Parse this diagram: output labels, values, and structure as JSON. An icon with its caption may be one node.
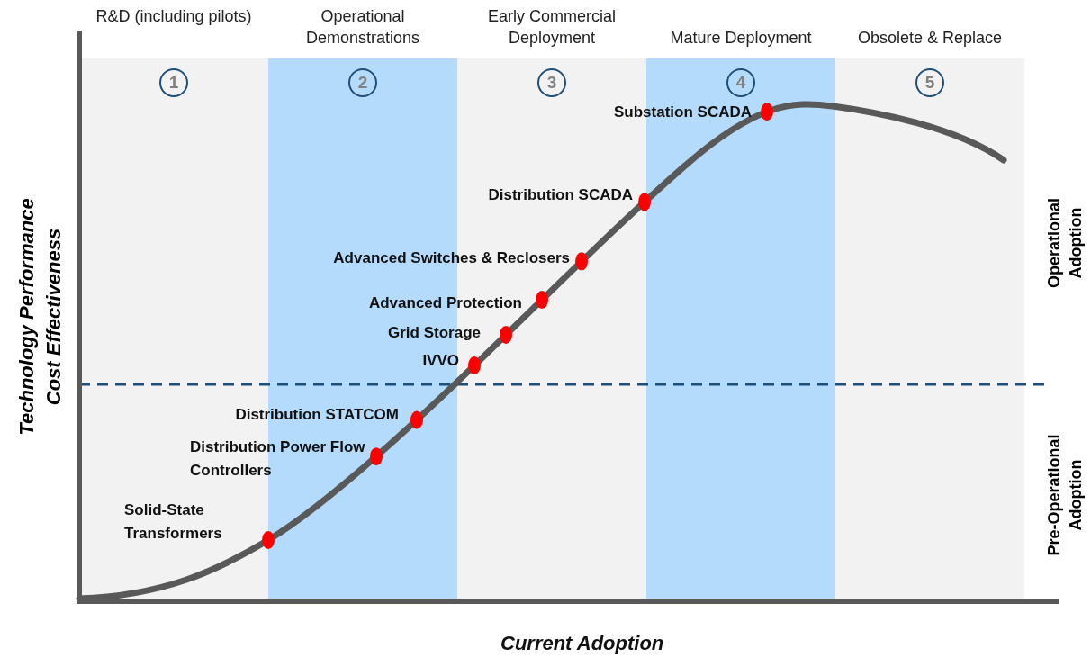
{
  "diagram": {
    "nodes": [
      {
        "text": [
          "R&D (including pilots)",
          "1"
        ]
      },
      {
        "text": [
          "Operational Demonstrations",
          "2"
        ]
      },
      {
        "text": [
          "Early Commercial Deployment",
          "3"
        ]
      },
      {
        "text": [
          "Mature Deployment",
          "4"
        ]
      },
      {
        "text": [
          "Obsolete & Replace",
          "5"
        ]
      }
    ],
    "labels": [
      "Substation SCADA",
      "Distribution SCADA",
      "Advanced Switches & Reclosers",
      "Advanced Protection",
      "Grid Storage",
      "IVVO",
      "Distribution STATCOM",
      "Distribution Power Flow Controllers",
      "Solid-State Transformers",
      "Technology Performance",
      "Cost Effectiveness",
      "Operational Adoption",
      "Pre-Operational Adoption",
      "Current Adoption"
    ]
  }
}
